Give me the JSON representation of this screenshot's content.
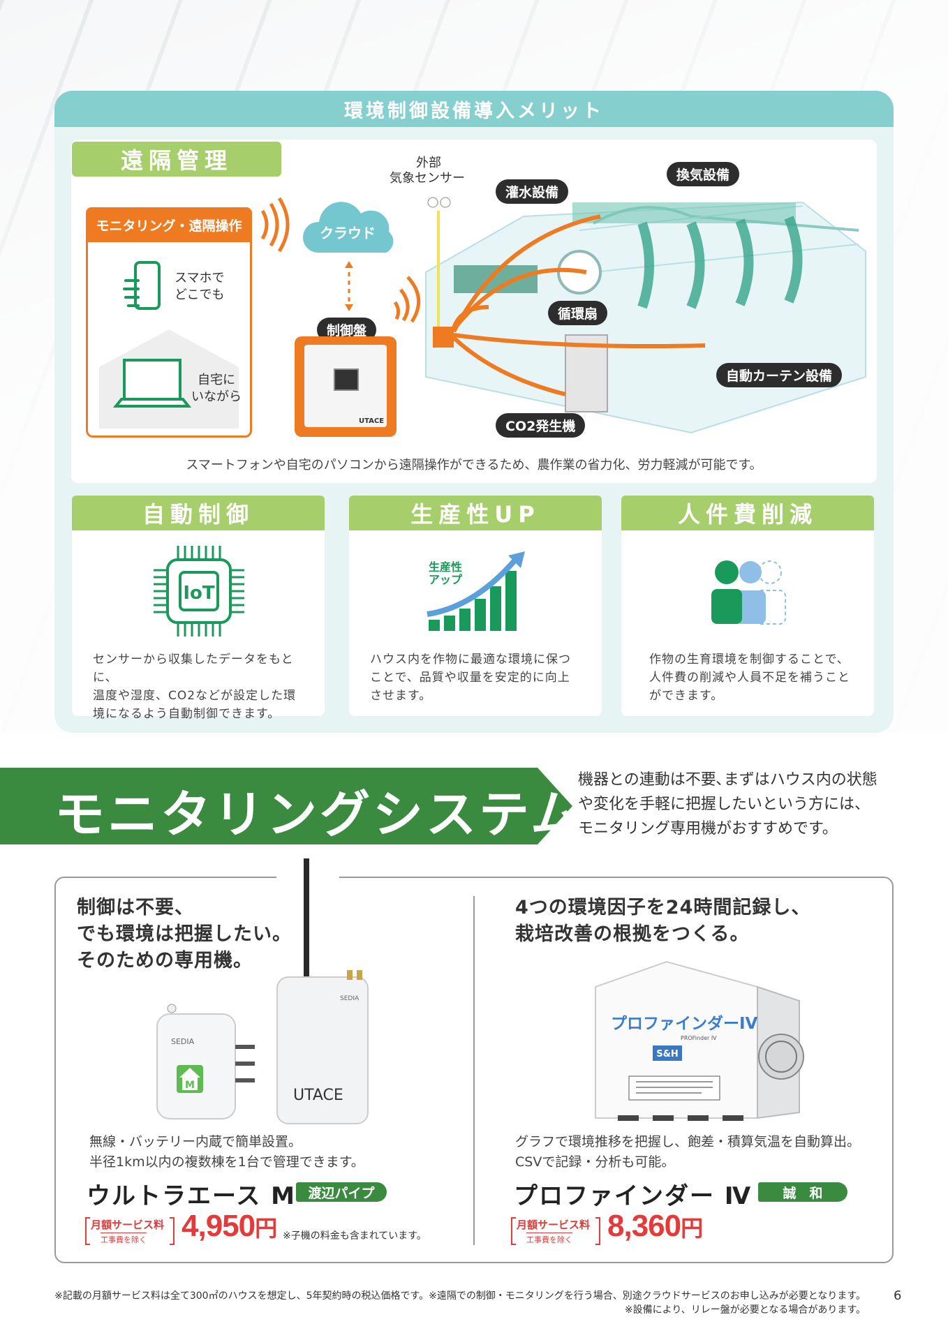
{
  "merit": {
    "header": "環境制御設備導入メリット",
    "remote": {
      "title": "遠隔管理",
      "monitor_card_title": "モニタリング・遠隔操作",
      "smartphone_text_1": "スマホで",
      "smartphone_text_2": "どこでも",
      "home_text_1": "自宅に",
      "home_text_2": "いながら",
      "cloud": "クラウド",
      "control_panel": "制御盤",
      "control_panel_brand": "UTACE",
      "sensor_1": "外部",
      "sensor_2": "気象センサー",
      "irrigation": "灌水設備",
      "ventilation": "換気設備",
      "circulation_fan": "循環扇",
      "curtain": "自動カーテン設備",
      "co2": "CO2発生機",
      "caption": "スマートフォンや自宅のパソコンから遠隔操作ができるため、農作業の省力化、労力軽減が可能です。"
    },
    "features": [
      {
        "title": "自動制御",
        "icon_text": "IoT",
        "desc_1": "センサーから収集したデータをもとに、",
        "desc_2": "温度や湿度、CO2などが設定した環",
        "desc_3": "境になるよう自動制御できます。"
      },
      {
        "title": "生産性UP",
        "icon_text_1": "生産性",
        "icon_text_2": "アップ",
        "desc_1": "ハウス内を作物に最適な環境に保つ",
        "desc_2": "ことで、品質や収量を安定的に向上",
        "desc_3": "させます。"
      },
      {
        "title": "人件費削減",
        "desc_1": "作物の生育環境を制御することで、",
        "desc_2": "人件費の削減や人員不足を補うこと",
        "desc_3": "ができます。"
      }
    ]
  },
  "monitoring": {
    "banner_title": "モニタリングシステム",
    "banner_desc_1": "機器との連動は不要､まずはハウス内の状態",
    "banner_desc_2": "や変化を手軽に把握したいという方には、",
    "banner_desc_3": "モニタリング専用機がおすすめです。",
    "left": {
      "heading_1": "制御は不要、",
      "heading_2": "でも環境は把握したい。",
      "heading_3": "そのための専用機。",
      "device_brand_small": "SEDIA",
      "device_brand": "UTACE",
      "device_badge": "M",
      "desc_1": "無線・バッテリー内蔵で簡単設置。",
      "desc_2": "半径1km以内の複数棟を1台で管理できます。",
      "name": "ウルトラエース M",
      "maker": "渡辺パイプ",
      "fee_label": "月額サービス料",
      "fee_sub": "工事費を除く",
      "price": "4,950",
      "yen": "円",
      "note": "※子機の料金も含まれています。"
    },
    "right": {
      "heading_1": "4つの環境因子を24時間記録し、",
      "heading_2": "栽培改善の根拠をつくる。",
      "device_logo": "プロファインダーIV",
      "device_logo_sub": "PROFinder IV",
      "device_maker_badge": "S&H",
      "desc_1": "グラフで環境推移を把握し、飽差・積算気温を自動算出。",
      "desc_2": "CSVで記録・分析も可能。",
      "name": "プロファインダー Ⅳ",
      "maker": "誠　和",
      "fee_label": "月額サービス料",
      "fee_sub": "工事費を除く",
      "price": "8,360",
      "yen": "円"
    }
  },
  "footer": {
    "note_1": "※記載の月額サービス料は全て300㎡のハウスを想定し、5年契約時の税込価格です。※遠隔での制御・モニタリングを行う場合、別途クラウドサービスのお申し込みが必要となります。",
    "note_2": "※設備により、リレー盤が必要となる場合があります。",
    "page_number": "6"
  },
  "colors": {
    "teal": "#86cfcf",
    "panel": "#e6f4f4",
    "leaf_green": "#a6cf6b",
    "dark_green": "#3a8a3f",
    "orange": "#ee7b21",
    "price_red": "#e43a3a"
  }
}
